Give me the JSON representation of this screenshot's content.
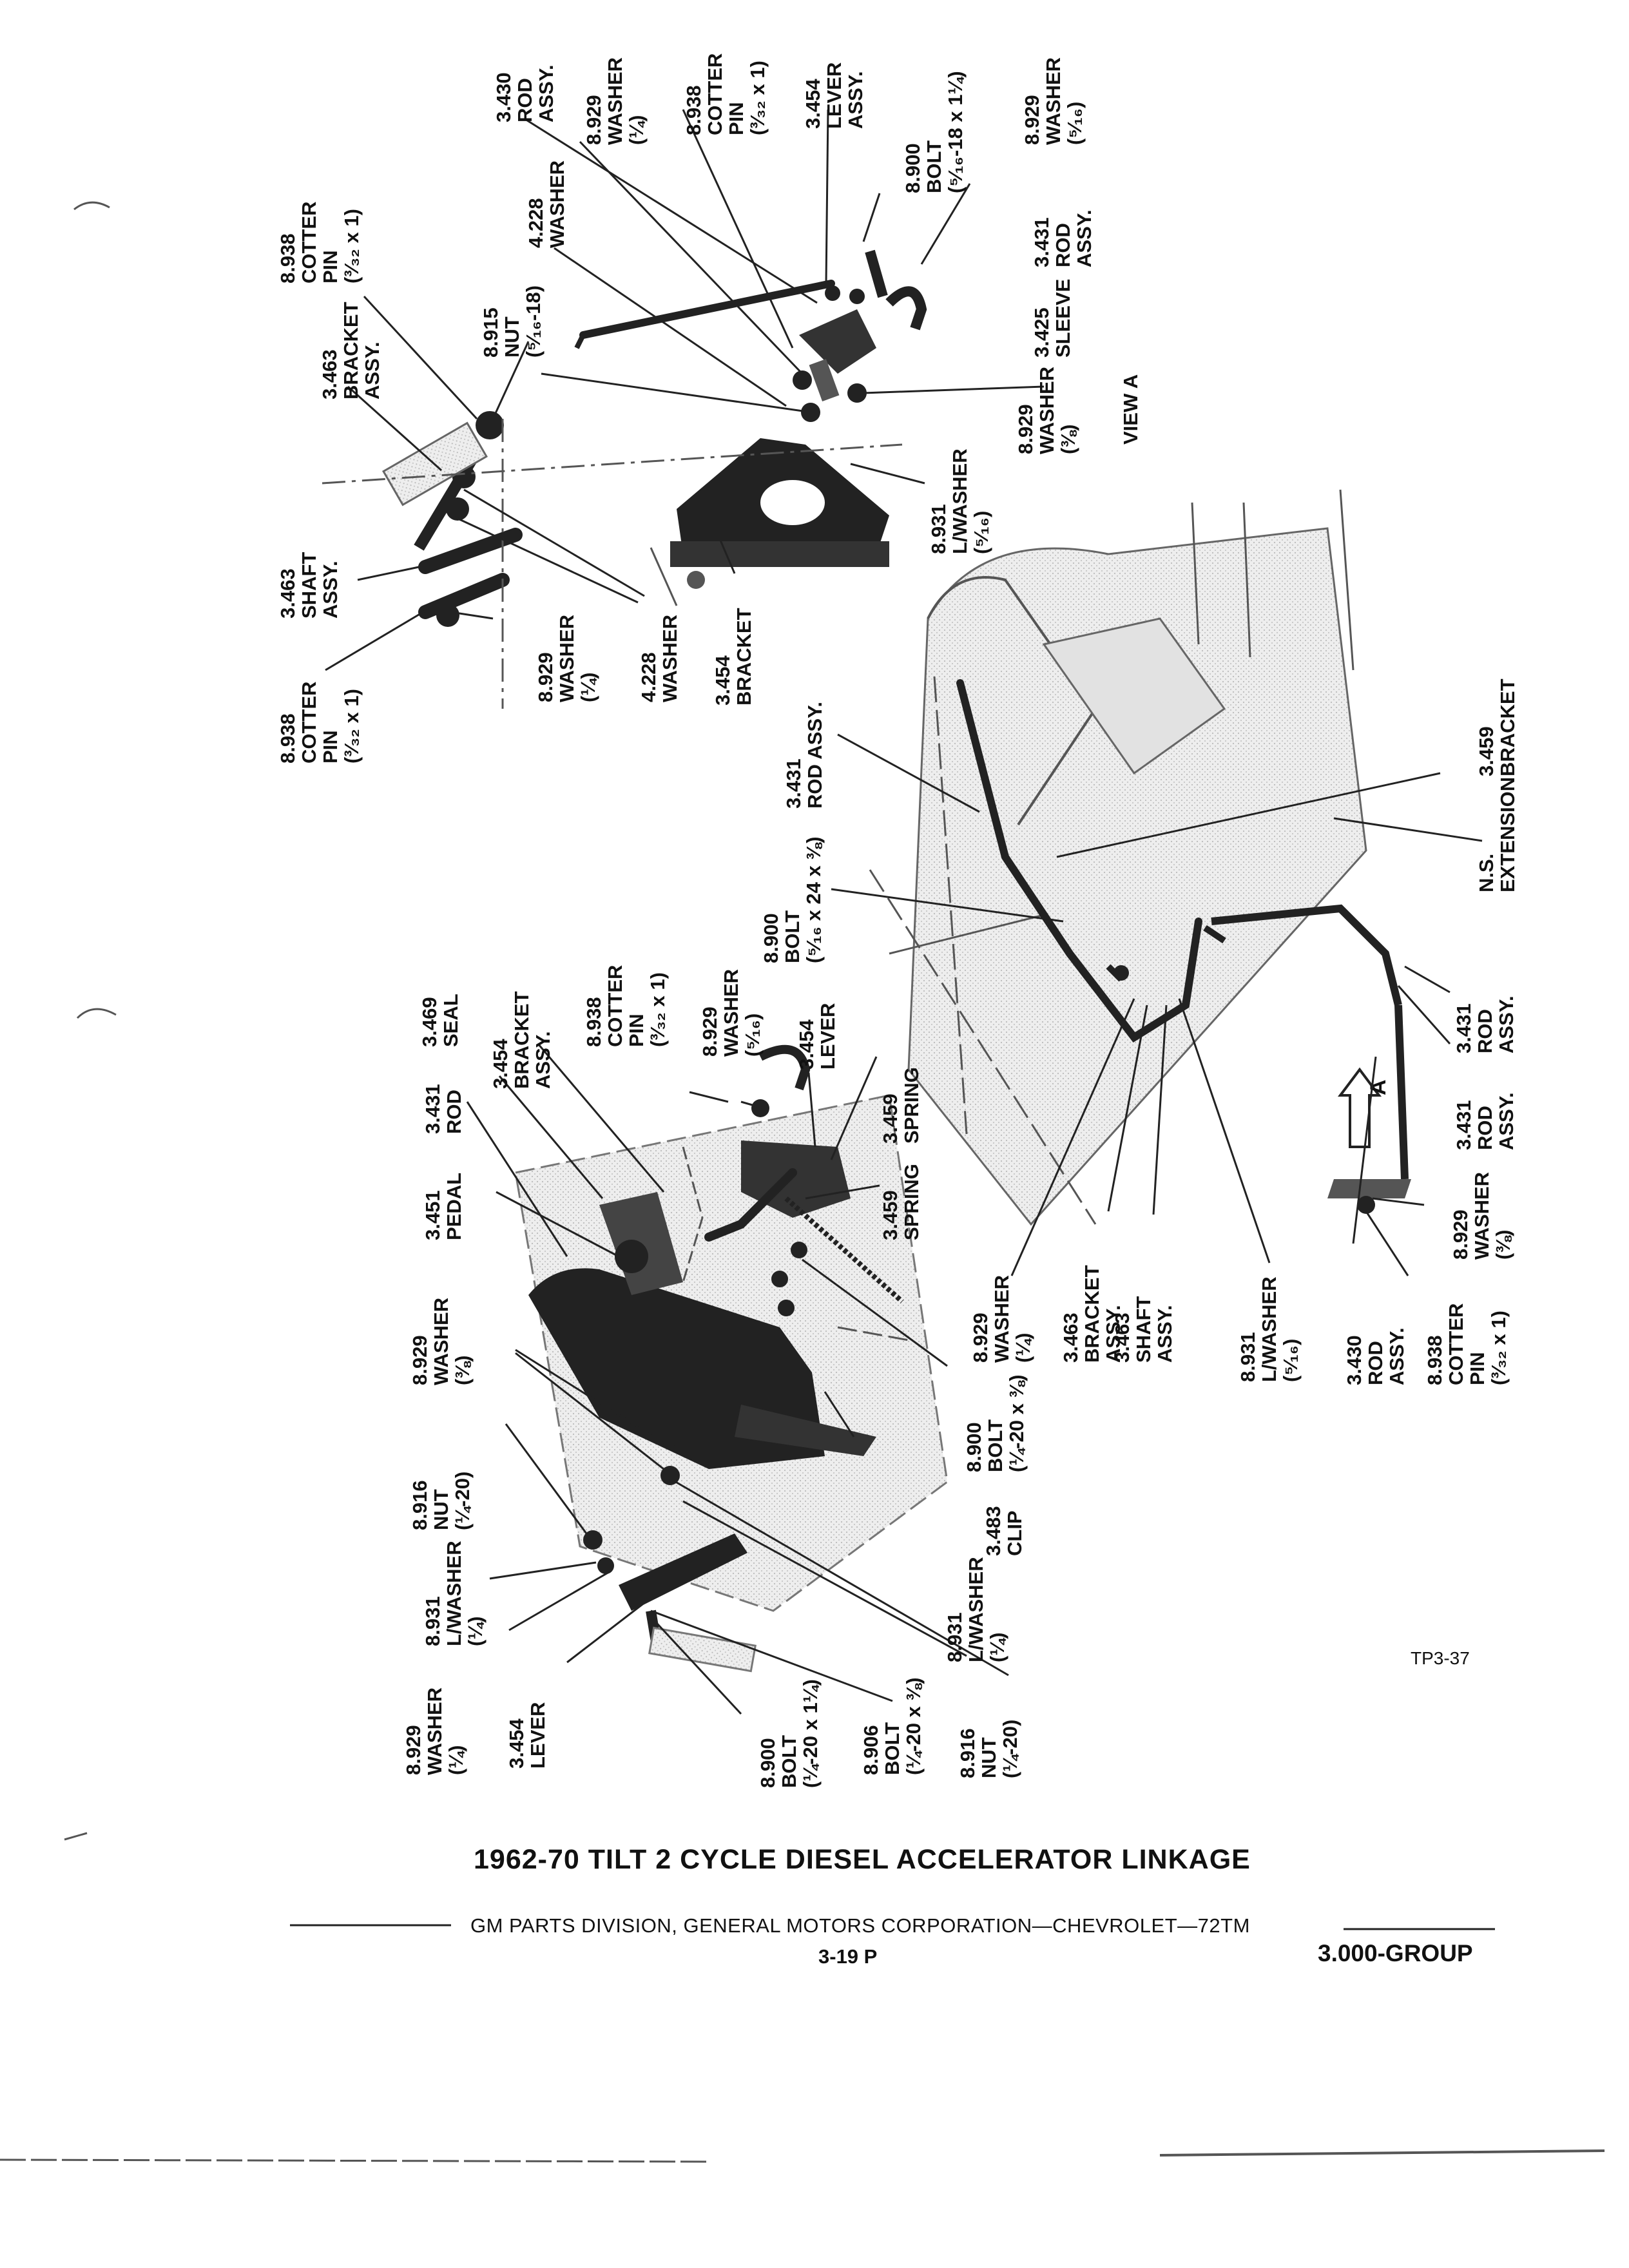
{
  "document": {
    "title": "1962-70 TILT 2 CYCLE DIESEL ACCELERATOR LINKAGE",
    "division": "GM PARTS DIVISION, GENERAL MOTORS CORPORATION—CHEVROLET—72TM",
    "page_number": "3-19 P",
    "group": "3.000-GROUP",
    "illustration_code": "TP3-37",
    "view_label": "VIEW A",
    "arrow_label": "A"
  },
  "callouts": [
    {
      "id": "c01",
      "code": "3.430",
      "lines": [
        "ROD",
        "ASSY."
      ]
    },
    {
      "id": "c02",
      "code": "8.929",
      "lines": [
        "WASHER",
        "(¼)"
      ]
    },
    {
      "id": "c03",
      "code": "8.938",
      "lines": [
        "COTTER",
        "PIN",
        "(³⁄₃₂ x 1)"
      ]
    },
    {
      "id": "c04",
      "code": "3.454",
      "lines": [
        "LEVER",
        "ASSY."
      ]
    },
    {
      "id": "c05",
      "code": "8.900",
      "lines": [
        "BOLT",
        "(⁵⁄₁₆-18 x 1¼)"
      ]
    },
    {
      "id": "c06",
      "code": "8.929",
      "lines": [
        "WASHER",
        "(⁵⁄₁₆)"
      ]
    },
    {
      "id": "c07",
      "code": "8.938",
      "lines": [
        "COTTER",
        "PIN",
        "(³⁄₃₂ x 1)"
      ]
    },
    {
      "id": "c08",
      "code": "4.228",
      "lines": [
        "WASHER"
      ]
    },
    {
      "id": "c09",
      "code": "3.431",
      "lines": [
        "ROD",
        "ASSY."
      ]
    },
    {
      "id": "c10",
      "code": "3.425",
      "lines": [
        "SLEEVE"
      ]
    },
    {
      "id": "c11",
      "code": "8.915",
      "lines": [
        "NUT",
        "(⁵⁄₁₆-18)"
      ]
    },
    {
      "id": "c12",
      "code": "3.463",
      "lines": [
        "BRACKET",
        "ASSY."
      ]
    },
    {
      "id": "c13",
      "code": "8.929",
      "lines": [
        "WASHER",
        "(⅜)"
      ]
    },
    {
      "id": "c14",
      "code": "8.931",
      "lines": [
        "L/WASHER",
        "(⁵⁄₁₆)"
      ]
    },
    {
      "id": "c15",
      "code": "3.463",
      "lines": [
        "SHAFT",
        "ASSY."
      ]
    },
    {
      "id": "c16",
      "code": "8.929",
      "lines": [
        "WASHER",
        "(¼)"
      ]
    },
    {
      "id": "c17",
      "code": "4.228",
      "lines": [
        "WASHER"
      ]
    },
    {
      "id": "c18",
      "code": "3.454",
      "lines": [
        "BRACKET"
      ]
    },
    {
      "id": "c19",
      "code": "8.938",
      "lines": [
        "COTTER",
        "PIN",
        "(³⁄₃₂ x 1)"
      ]
    },
    {
      "id": "c20",
      "code": "3.431",
      "lines": [
        "ROD ASSY."
      ]
    },
    {
      "id": "c21",
      "code": "3.459",
      "lines": [
        "BRACKET"
      ]
    },
    {
      "id": "c22",
      "code": "N.S.",
      "lines": [
        "EXTENSION"
      ]
    },
    {
      "id": "c23",
      "code": "8.900",
      "lines": [
        "BOLT",
        "(⁵⁄₁₆ x 24 x ⅜)"
      ]
    },
    {
      "id": "c24",
      "code": "3.469",
      "lines": [
        "SEAL"
      ]
    },
    {
      "id": "c25",
      "code": "3.454",
      "lines": [
        "BRACKET",
        "ASSY."
      ]
    },
    {
      "id": "c26",
      "code": "8.938",
      "lines": [
        "COTTER",
        "PIN",
        "(³⁄₃₂ x 1)"
      ]
    },
    {
      "id": "c27",
      "code": "8.929",
      "lines": [
        "WASHER",
        "(⁵⁄₁₆)"
      ]
    },
    {
      "id": "c28",
      "code": "3.454",
      "lines": [
        "LEVER"
      ]
    },
    {
      "id": "c29",
      "code": "3.431",
      "lines": [
        "ROD"
      ]
    },
    {
      "id": "c30",
      "code": "3.459",
      "lines": [
        "SPRING"
      ]
    },
    {
      "id": "c31",
      "code": "3.459",
      "lines": [
        "SPRING"
      ]
    },
    {
      "id": "c32",
      "code": "3.451",
      "lines": [
        "PEDAL"
      ]
    },
    {
      "id": "c33",
      "code": "8.929",
      "lines": [
        "WASHER",
        "(⅜)"
      ]
    },
    {
      "id": "c34",
      "code": "8.916",
      "lines": [
        "NUT",
        "(¼-20)"
      ]
    },
    {
      "id": "c35",
      "code": "8.931",
      "lines": [
        "L/WASHER",
        "(¼)"
      ]
    },
    {
      "id": "c36",
      "code": "8.929",
      "lines": [
        "WASHER",
        "(¼)"
      ]
    },
    {
      "id": "c37",
      "code": "3.454",
      "lines": [
        "LEVER"
      ]
    },
    {
      "id": "c38",
      "code": "8.900",
      "lines": [
        "BOLT",
        "(¼-20 x 1¼)"
      ]
    },
    {
      "id": "c39",
      "code": "8.906",
      "lines": [
        "BOLT",
        "(¼-20 x ⅜)"
      ]
    },
    {
      "id": "c40",
      "code": "8.931",
      "lines": [
        "L/WASHER",
        "(¼)"
      ]
    },
    {
      "id": "c41",
      "code": "8.916",
      "lines": [
        "NUT",
        "(¼-20)"
      ]
    },
    {
      "id": "c42",
      "code": "3.483",
      "lines": [
        "CLIP"
      ]
    },
    {
      "id": "c43",
      "code": "8.900",
      "lines": [
        "BOLT",
        "(¼-20 x ⅜)"
      ]
    },
    {
      "id": "c44",
      "code": "8.929",
      "lines": [
        "WASHER",
        "(¼)"
      ]
    },
    {
      "id": "c45",
      "code": "3.463",
      "lines": [
        "BRACKET",
        "ASSY."
      ]
    },
    {
      "id": "c46",
      "code": "3.463",
      "lines": [
        "SHAFT",
        "ASSY."
      ]
    },
    {
      "id": "c47",
      "code": "8.931",
      "lines": [
        "L/WASHER",
        "(⁵⁄₁₆)"
      ]
    },
    {
      "id": "c48",
      "code": "3.430",
      "lines": [
        "ROD",
        "ASSY."
      ]
    },
    {
      "id": "c49",
      "code": "8.938",
      "lines": [
        "COTTER",
        "PIN",
        "(³⁄₃₂ x 1)"
      ]
    },
    {
      "id": "c50",
      "code": "8.929",
      "lines": [
        "WASHER",
        "(⅜)"
      ]
    },
    {
      "id": "c51",
      "code": "3.431",
      "lines": [
        "ROD",
        "ASSY."
      ]
    },
    {
      "id": "c52",
      "code": "3.431",
      "lines": [
        "ROD",
        "ASSY."
      ]
    }
  ]
}
